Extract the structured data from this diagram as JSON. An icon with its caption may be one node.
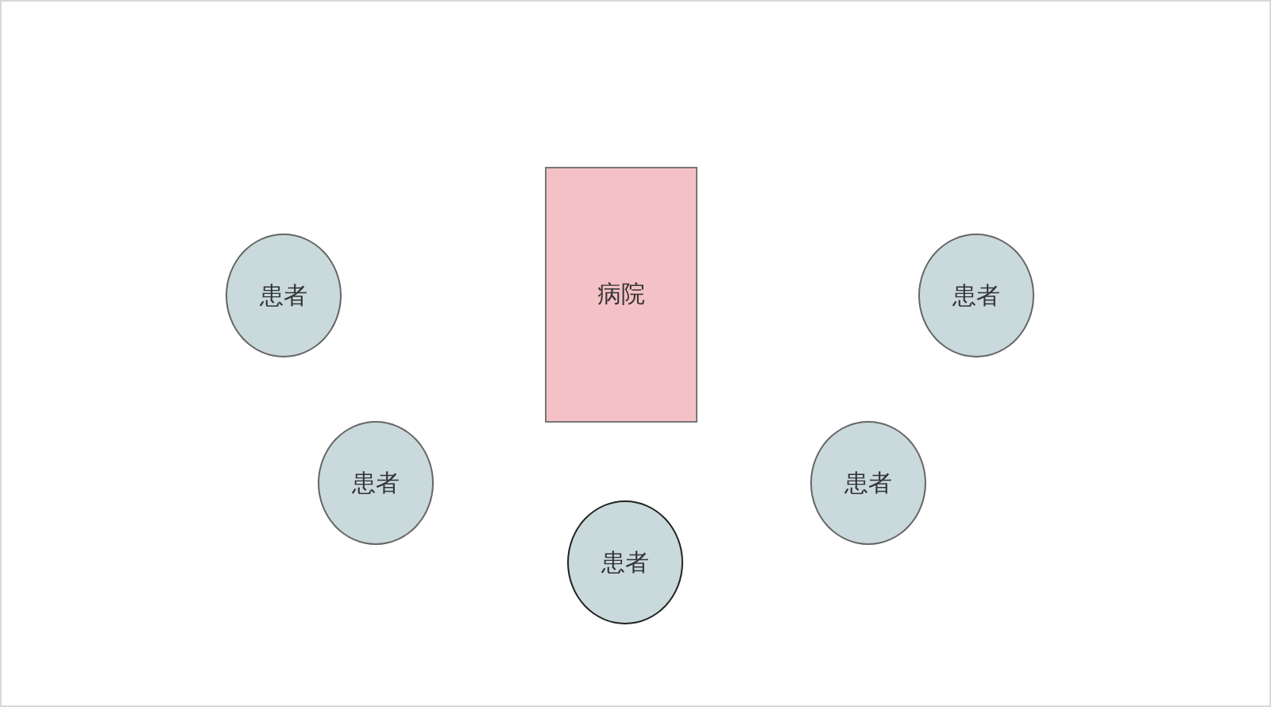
{
  "diagram": {
    "nodes": [
      {
        "text": [
          "病院"
        ]
      },
      {
        "text": [
          "患者"
        ]
      },
      {
        "text": [
          "患者"
        ]
      },
      {
        "text": [
          "患者"
        ]
      },
      {
        "text": [
          "患者"
        ]
      },
      {
        "text": [
          "患者"
        ]
      }
    ]
  }
}
